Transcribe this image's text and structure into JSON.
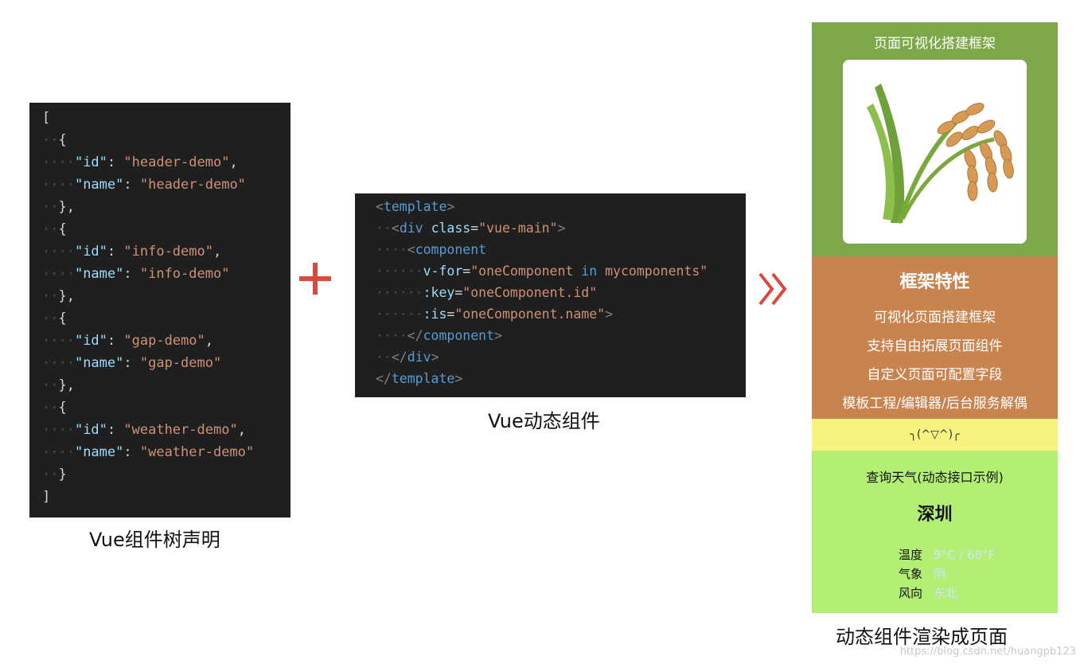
{
  "json_panel": {
    "lines": [
      [
        [
          "",
          "["
        ]
      ],
      [
        [
          "ws",
          "··"
        ],
        [
          "",
          "{"
        ]
      ],
      [
        [
          "ws",
          "····"
        ],
        [
          "key",
          "\"id\""
        ],
        [
          "",
          ": "
        ],
        [
          "str",
          "\"header-demo\""
        ],
        [
          "",
          ","
        ]
      ],
      [
        [
          "ws",
          "····"
        ],
        [
          "key",
          "\"name\""
        ],
        [
          "",
          ": "
        ],
        [
          "str",
          "\"header-demo\""
        ]
      ],
      [
        [
          "ws",
          "··"
        ],
        [
          "",
          "},"
        ]
      ],
      [
        [
          "ws",
          "··"
        ],
        [
          "",
          "{"
        ]
      ],
      [
        [
          "ws",
          "····"
        ],
        [
          "key",
          "\"id\""
        ],
        [
          "",
          ": "
        ],
        [
          "str",
          "\"info-demo\""
        ],
        [
          "",
          ","
        ]
      ],
      [
        [
          "ws",
          "····"
        ],
        [
          "key",
          "\"name\""
        ],
        [
          "",
          ": "
        ],
        [
          "str",
          "\"info-demo\""
        ]
      ],
      [
        [
          "ws",
          "··"
        ],
        [
          "",
          "},"
        ]
      ],
      [
        [
          "ws",
          "··"
        ],
        [
          "",
          "{"
        ]
      ],
      [
        [
          "ws",
          "····"
        ],
        [
          "key",
          "\"id\""
        ],
        [
          "",
          ": "
        ],
        [
          "str",
          "\"gap-demo\""
        ],
        [
          "",
          ","
        ]
      ],
      [
        [
          "ws",
          "····"
        ],
        [
          "key",
          "\"name\""
        ],
        [
          "",
          ": "
        ],
        [
          "str",
          "\"gap-demo\""
        ]
      ],
      [
        [
          "ws",
          "··"
        ],
        [
          "",
          "},"
        ]
      ],
      [
        [
          "ws",
          "··"
        ],
        [
          "",
          "{"
        ]
      ],
      [
        [
          "ws",
          "····"
        ],
        [
          "key",
          "\"id\""
        ],
        [
          "",
          ": "
        ],
        [
          "str",
          "\"weather-demo\""
        ],
        [
          "",
          ","
        ]
      ],
      [
        [
          "ws",
          "····"
        ],
        [
          "key",
          "\"name\""
        ],
        [
          "",
          ": "
        ],
        [
          "str",
          "\"weather-demo\""
        ]
      ],
      [
        [
          "ws",
          "··"
        ],
        [
          "",
          "}"
        ]
      ],
      [
        [
          "",
          "]"
        ]
      ]
    ],
    "caption": "Vue组件树声明"
  },
  "template_panel": {
    "lines": [
      [
        [
          "tag-b",
          "<"
        ],
        [
          "tag",
          "template"
        ],
        [
          "tag-b",
          ">"
        ]
      ],
      [
        [
          "ws",
          "··"
        ],
        [
          "tag-b",
          "<"
        ],
        [
          "tag",
          "div"
        ],
        [
          "",
          " "
        ],
        [
          "attr",
          "class"
        ],
        [
          "",
          "="
        ],
        [
          "str",
          "\"vue-main\""
        ],
        [
          "tag-b",
          ">"
        ]
      ],
      [
        [
          "ws",
          "····"
        ],
        [
          "tag-b",
          "<"
        ],
        [
          "tag",
          "component"
        ]
      ],
      [
        [
          "ws",
          "······"
        ],
        [
          "attr",
          "v-for"
        ],
        [
          "",
          "="
        ],
        [
          "str",
          "\"oneComponent "
        ],
        [
          "kw",
          "in"
        ],
        [
          "str",
          " mycomponents\""
        ]
      ],
      [
        [
          "ws",
          "······"
        ],
        [
          "attr",
          ":key"
        ],
        [
          "",
          "="
        ],
        [
          "str",
          "\"oneComponent.id\""
        ]
      ],
      [
        [
          "ws",
          "······"
        ],
        [
          "attr",
          ":is"
        ],
        [
          "",
          "="
        ],
        [
          "str",
          "\"oneComponent.name\""
        ],
        [
          "tag-b",
          ">"
        ]
      ],
      [
        [
          "ws",
          "····"
        ],
        [
          "tag-b",
          "</"
        ],
        [
          "tag",
          "component"
        ],
        [
          "tag-b",
          ">"
        ]
      ],
      [
        [
          "ws",
          "··"
        ],
        [
          "tag-b",
          "</"
        ],
        [
          "tag",
          "div"
        ],
        [
          "tag-b",
          ">"
        ]
      ],
      [
        [
          "tag-b",
          "</"
        ],
        [
          "tag",
          "template"
        ],
        [
          "tag-b",
          ">"
        ]
      ]
    ],
    "caption": "Vue动态组件"
  },
  "connectors": {
    "plus_icon": "plus-icon",
    "arrow_icon": "double-chevron-right-icon",
    "accent_color": "#d94a3c"
  },
  "phone": {
    "header_title": "页面可视化搭建框架",
    "header_color": "#7da84a",
    "image_icon": "rice-ear-icon",
    "info_color": "#c8834f",
    "info_title": "框架特性",
    "features": [
      "可视化页面搭建框架",
      "支持自由拓展页面组件",
      "自定义页面可配置字段",
      "模板工程/编辑器/后台服务解偶"
    ],
    "gap_text": "╮(^▽^)╭",
    "gap_color": "#f8f27e",
    "weather_color": "#b3ef74",
    "weather_title": "查询天气(动态接口示例)",
    "weather_city": "深圳",
    "weather_rows": [
      {
        "label": "温度",
        "value": "9°C / 68°F"
      },
      {
        "label": "气象",
        "value": "阴"
      },
      {
        "label": "风向",
        "value": "东北"
      }
    ],
    "caption": "动态组件渲染成页面"
  },
  "watermark": "https://blog.csdn.net/huangpb123"
}
